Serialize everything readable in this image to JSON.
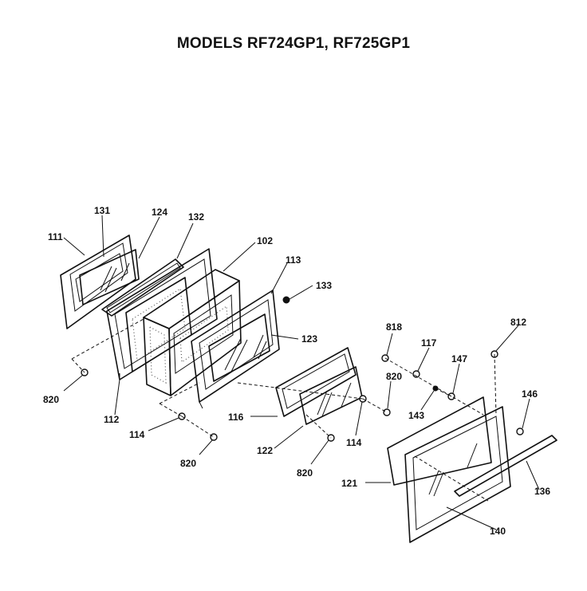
{
  "title": "MODELS RF724GP1, RF725GP1",
  "parts": {
    "p111": "111",
    "p131": "131",
    "p124": "124",
    "p132": "132",
    "p102": "102",
    "p113": "113",
    "p133": "133",
    "p123": "123",
    "p820a": "820",
    "p112": "112",
    "p116": "116",
    "p114a": "114",
    "p820b": "820",
    "p122": "122",
    "p820c": "820",
    "p114b": "114",
    "p820d": "820",
    "p818": "818",
    "p117": "117",
    "p147": "147",
    "p143": "143",
    "p812": "812",
    "p146": "146",
    "p121": "121",
    "p136": "136",
    "p140": "140"
  }
}
